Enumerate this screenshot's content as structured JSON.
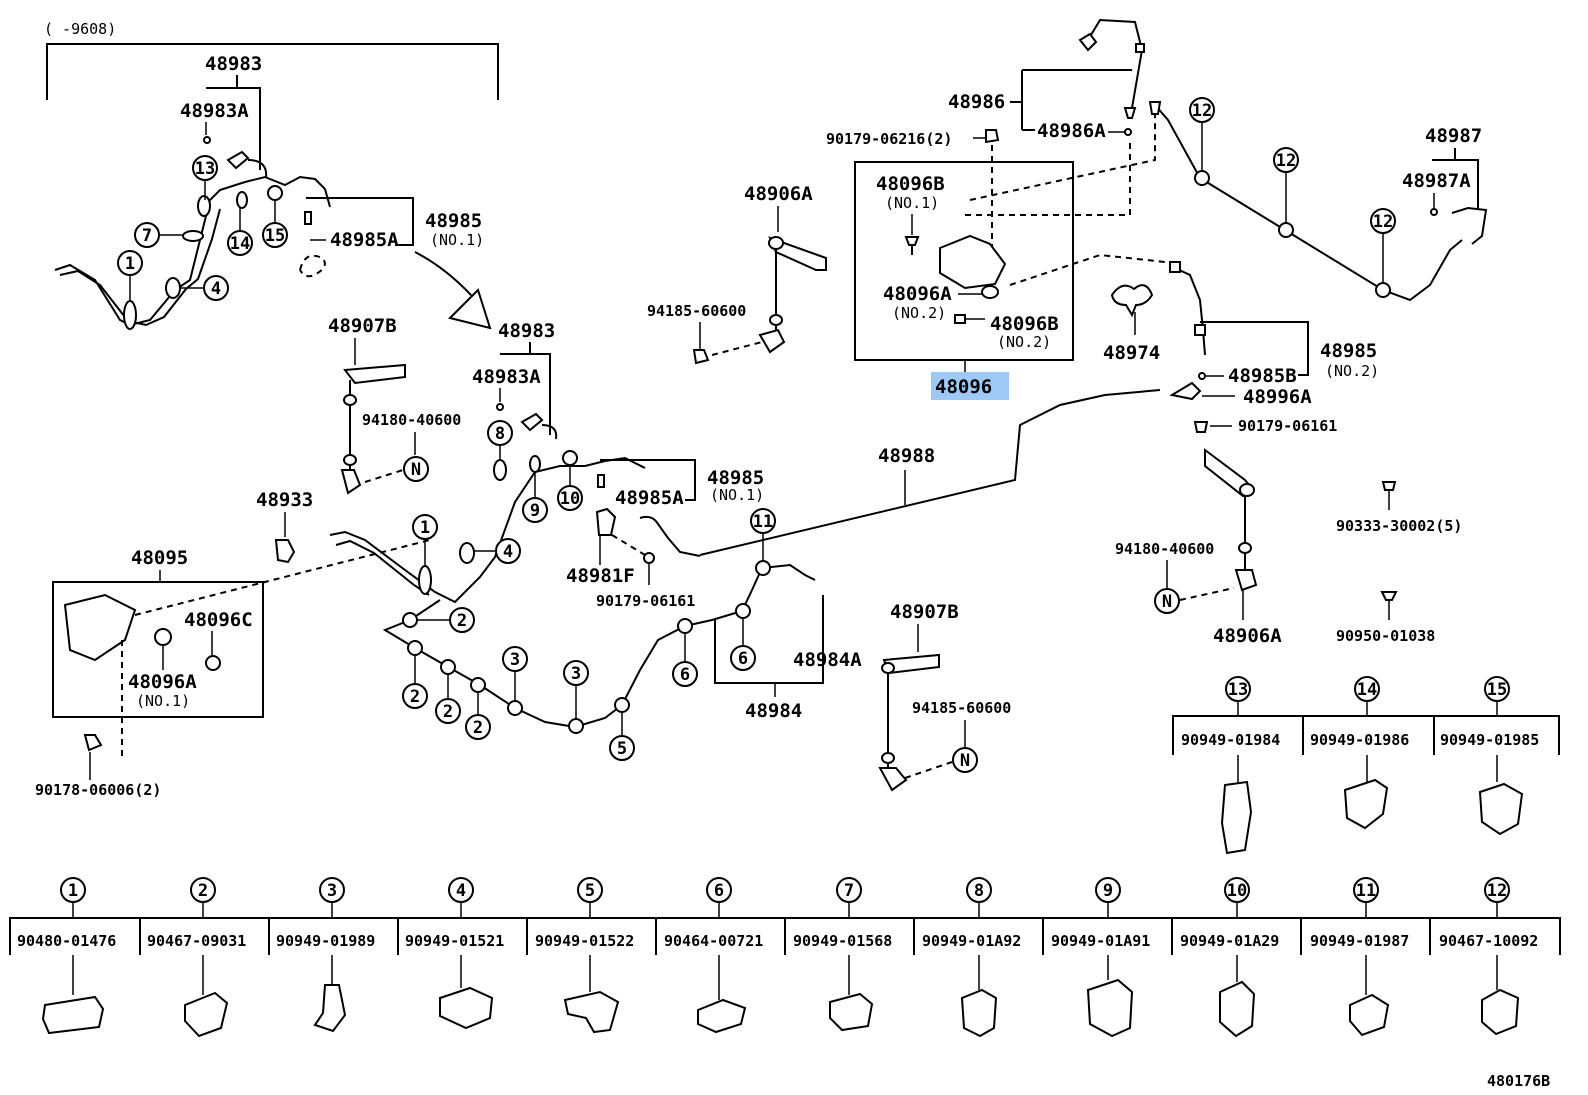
{
  "title_code": "(      -9608)",
  "footer_code": "480176B",
  "highlight_color": "#9ec9f5",
  "labels": {
    "p48983_top": "48983",
    "p48983a_top": "48983A",
    "p48985_top": "48985",
    "p48985a_top": "48985A",
    "no1_a": "(NO.1)",
    "p48907b_left": "48907B",
    "p94180_left": "94180-40600",
    "p48933": "48933",
    "p48095": "48095",
    "p48096c": "48096C",
    "p48096a_left": "48096A",
    "no1_b": "(NO.1)",
    "p90178": "90178-06006(2)",
    "p48983_mid": "48983",
    "p48983a_mid": "48983A",
    "p48985_mid": "48985",
    "p48985a_mid": "48985A",
    "no1_c": "(NO.1)",
    "p48981f": "48981F",
    "p90179_mid": "90179-06161",
    "p48984a": "48984A",
    "p48984": "48984",
    "p48906a_top": "48906A",
    "p94185_top": "94185-60600",
    "p48907b_right": "48907B",
    "p94185_bot": "94185-60600",
    "p48988": "48988",
    "p48986": "48986",
    "p48986a": "48986A",
    "p90179_top": "90179-06216(2)",
    "p48096b_a": "48096B",
    "no1_d": "(NO.1)",
    "p48096a_box": "48096A",
    "no2_a": "(NO.2)",
    "p48096b_b": "48096B",
    "no2_b": "(NO.2)",
    "p48096": "48096",
    "p48974": "48974",
    "p48985_right": "48985",
    "p48985b": "48985B",
    "no2_c": "(NO.2)",
    "p48996a": "48996A",
    "p90179_right": "90179-06161",
    "p48987": "48987",
    "p48987a": "48987A",
    "p90333": "90333-30002(5)",
    "p94180_right": "94180-40600",
    "p48906a_right": "48906A",
    "p90950": "90950-01038",
    "n": "N"
  },
  "clip_table_top": [
    {
      "num": "13",
      "part": "90949-01984"
    },
    {
      "num": "14",
      "part": "90949-01986"
    },
    {
      "num": "15",
      "part": "90949-01985"
    }
  ],
  "clip_table_bottom": [
    {
      "num": "1",
      "part": "90480-01476"
    },
    {
      "num": "2",
      "part": "90467-09031"
    },
    {
      "num": "3",
      "part": "90949-01989"
    },
    {
      "num": "4",
      "part": "90949-01521"
    },
    {
      "num": "5",
      "part": "90949-01522"
    },
    {
      "num": "6",
      "part": "90464-00721"
    },
    {
      "num": "7",
      "part": "90949-01568"
    },
    {
      "num": "8",
      "part": "90949-01A92"
    },
    {
      "num": "9",
      "part": "90949-01A91"
    },
    {
      "num": "10",
      "part": "90949-01A29"
    },
    {
      "num": "11",
      "part": "90949-01987"
    },
    {
      "num": "12",
      "part": "90467-10092"
    }
  ],
  "callouts": {
    "c1": "1",
    "c2": "2",
    "c3": "3",
    "c4": "4",
    "c5": "5",
    "c6": "6",
    "c7": "7",
    "c8": "8",
    "c9": "9",
    "c10": "10",
    "c11": "11",
    "c12": "12",
    "c13": "13",
    "c14": "14",
    "c15": "15"
  }
}
